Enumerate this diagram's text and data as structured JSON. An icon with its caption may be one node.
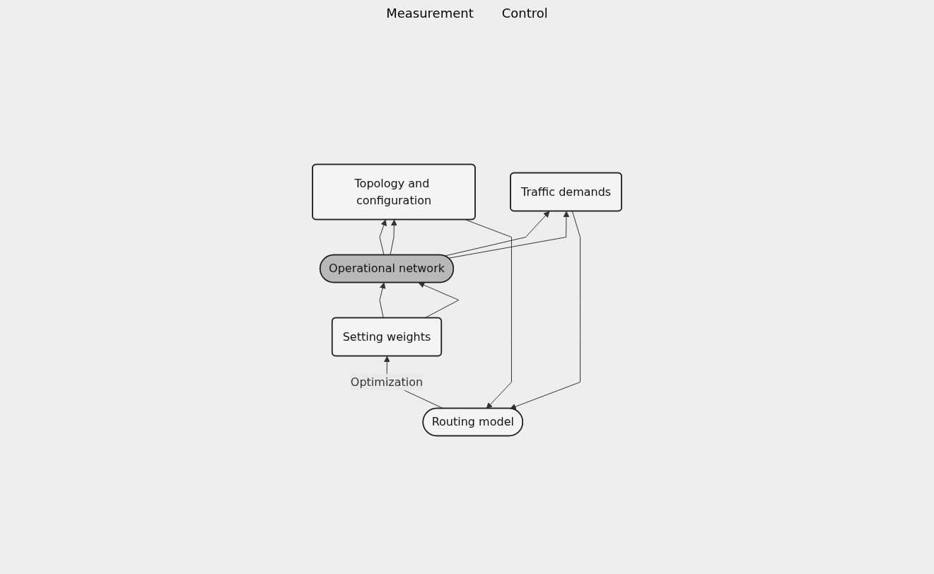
{
  "diagram": {
    "nodes": [
      {
        "text": [
          "Routing model"
        ]
      },
      {
        "text": [
          "Topology and configuration"
        ]
      },
      {
        "text": [
          "Traffic demands"
        ]
      },
      {
        "text": [
          "Setting weights"
        ]
      },
      {
        "text": [
          "Operational network"
        ]
      }
    ],
    "edges": [
      {
        "from": 1,
        "to": 0,
        "arrow": "to"
      },
      {
        "from": 2,
        "to": 0,
        "arrow": "to"
      },
      {
        "from": 0,
        "to": 3,
        "arrow": "to",
        "label": "Optimization"
      },
      {
        "from": 4,
        "to": 1,
        "arrow": "to"
      },
      {
        "from": 4,
        "to": 1,
        "arrow": "to"
      },
      {
        "from": 4,
        "to": 2,
        "arrow": "to"
      },
      {
        "from": 4,
        "to": 2,
        "arrow": "to"
      },
      {
        "from": 3,
        "to": 4,
        "arrow": "to"
      },
      {
        "from": 3,
        "to": 4,
        "arrow": "to"
      }
    ],
    "labels": [
      "Measurement",
      "Control"
    ]
  }
}
